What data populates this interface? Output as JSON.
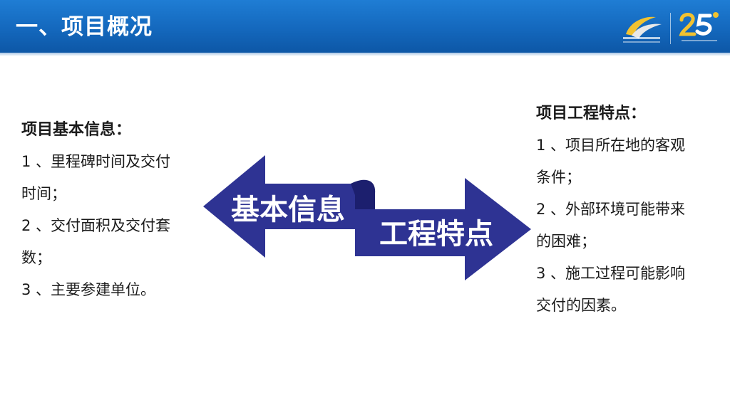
{
  "header": {
    "title": "一、项目概况",
    "color": "#1468bd"
  },
  "logos": {
    "left": "company-logo",
    "right": "anniversary-25-logo"
  },
  "left_panel": {
    "title": "项目基本信息：",
    "lines": [
      "1 、里程碑时间及交付",
      "时间；",
      "2 、交付面积及交付套",
      "数；",
      "3 、主要参建单位。"
    ]
  },
  "right_panel": {
    "title": "项目工程特点：",
    "lines": [
      "1 、项目所在地的客观",
      "条件；",
      "2 、外部环境可能带来",
      "的困难；",
      "3 、施工过程可能影响",
      "交付的因素。"
    ]
  },
  "graphic": {
    "left_label": "基本信息",
    "right_label": "工程特点",
    "arrow_color": "#2e3393",
    "arrow_edge_color": "#1c1f6e"
  }
}
